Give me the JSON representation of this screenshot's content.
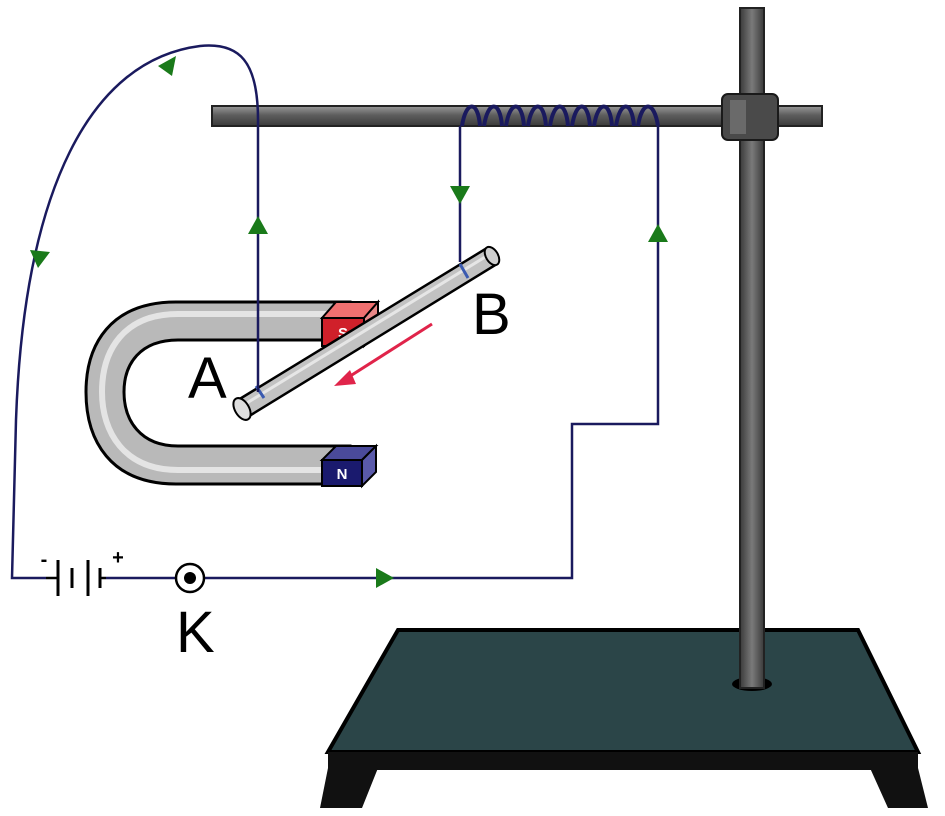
{
  "labels": {
    "rod_end_a": "A",
    "rod_end_b": "B",
    "switch_key": "K",
    "magnet_pole_s": "S",
    "magnet_pole_n": "N",
    "battery_minus": "-",
    "battery_plus": "+"
  },
  "colors": {
    "wire": "#1a1a5e",
    "current_arrow": "#1a7a1a",
    "force_arrow": "#e0244a",
    "pole_s": "#d0202a",
    "pole_n": "#1a1a6e",
    "magnet_body": "#b8b8b8",
    "stand_base": "#2b4548",
    "stand_rod": "#6e6e6e"
  },
  "icons": {
    "switch": "closed-switch-icon",
    "battery": "battery-icon"
  }
}
